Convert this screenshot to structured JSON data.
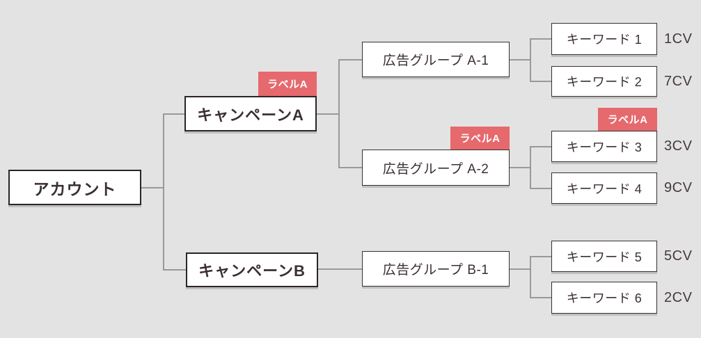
{
  "diagram": {
    "account": {
      "label": "アカウント"
    },
    "campaigns": [
      {
        "label": "キャンペーンA",
        "badge": "ラベルA"
      },
      {
        "label": "キャンペーンB"
      }
    ],
    "ad_groups": [
      {
        "label": "広告グループ A-1"
      },
      {
        "label": "広告グループ A-2",
        "badge": "ラベルA"
      },
      {
        "label": "広告グループ B-1"
      }
    ],
    "keywords": [
      {
        "label": "キーワード 1",
        "cv": "1CV"
      },
      {
        "label": "キーワード 2",
        "cv": "7CV"
      },
      {
        "label": "キーワード 3",
        "cv": "3CV",
        "badge": "ラベルA"
      },
      {
        "label": "キーワード 4",
        "cv": "9CV"
      },
      {
        "label": "キーワード 5",
        "cv": "5CV"
      },
      {
        "label": "キーワード 6",
        "cv": "2CV"
      }
    ],
    "colors": {
      "background": "#e4e3e3",
      "box_fill": "#ffffff",
      "box_border": "#2b2525",
      "badge_bg": "#e5696d",
      "badge_text": "#ffffff",
      "connector": "#999999",
      "text": "#3b2f2f"
    }
  }
}
